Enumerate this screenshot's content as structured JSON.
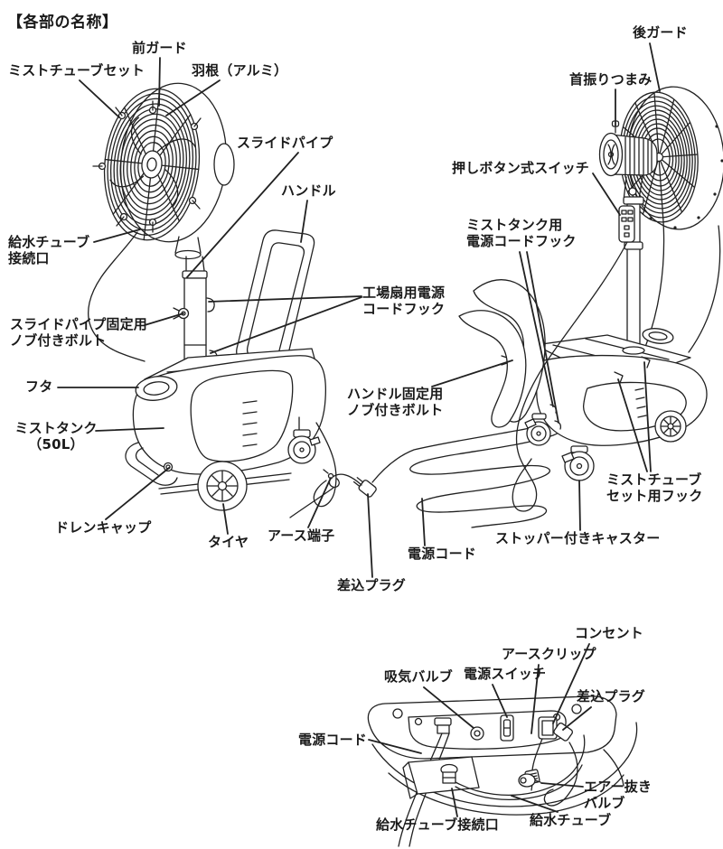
{
  "title": "【各部の名称】",
  "labels": {
    "front_guard": "前ガード",
    "mist_tube_set": "ミストチューブセット",
    "blade_aluminum": "羽根（アルミ）",
    "slide_pipe": "スライドパイプ",
    "handle": "ハンドル",
    "water_tube_port": "給水チューブ\n接続口",
    "slide_pipe_knob_bolt": "スライドパイプ固定用\nノブ付きボルト",
    "lid": "フタ",
    "mist_tank_50l": "ミストタンク\n（50L）",
    "drain_cap": "ドレンキャップ",
    "tire": "タイヤ",
    "earth_terminal": "アース端子",
    "plug": "差込プラグ",
    "power_cord": "電源コード",
    "fan_power_cord_hook": "工場扇用電源\nコードフック",
    "handle_knob_bolt": "ハンドル固定用\nノブ付きボルト",
    "rear_guard": "後ガード",
    "oscillation_knob": "首振りつまみ",
    "push_button_switch": "押しボタン式スイッチ",
    "mist_tank_cord_hook": "ミストタンク用\n電源コードフック",
    "mist_tube_set_hook": "ミストチューブ\nセット用フック",
    "stopper_caster": "ストッパー付きキャスター"
  },
  "detail_labels": {
    "outlet": "コンセント",
    "earth_clip": "アースクリップ",
    "power_switch": "電源スイッチ",
    "intake_valve": "吸気バルブ",
    "plug": "差込プラグ",
    "power_cord": "電源コード",
    "air_release_valve": "エアー抜き\nバルブ",
    "water_tube_port": "給水チューブ接続口",
    "water_tube": "給水チューブ"
  }
}
